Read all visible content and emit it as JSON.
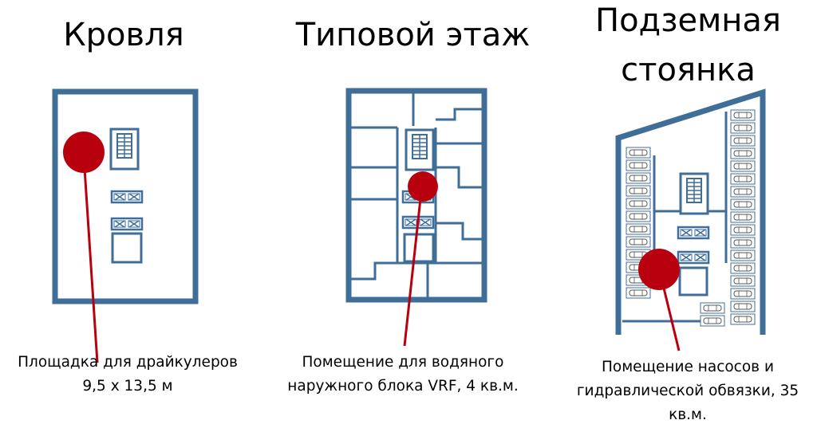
{
  "panels": [
    {
      "title": "Кровля",
      "caption_lines": [
        "Площадка для драйкулеров",
        "9,5 х 13,5 м"
      ]
    },
    {
      "title": "Типовой этаж",
      "caption_lines": [
        "Помещение для водяного",
        "наружного блока VRF, 4 кв.м."
      ]
    },
    {
      "title_lines": [
        "Подземная",
        "стоянка"
      ],
      "caption_lines": [
        "Помещение насосов и",
        "гидравлической обвязки, 35",
        "кв.м."
      ]
    }
  ],
  "colors": {
    "wall": "#3f6e98",
    "marker": "#b8000f",
    "text": "#000000"
  },
  "icons": [
    "stair-icon",
    "elevator-icon",
    "car-icon"
  ]
}
